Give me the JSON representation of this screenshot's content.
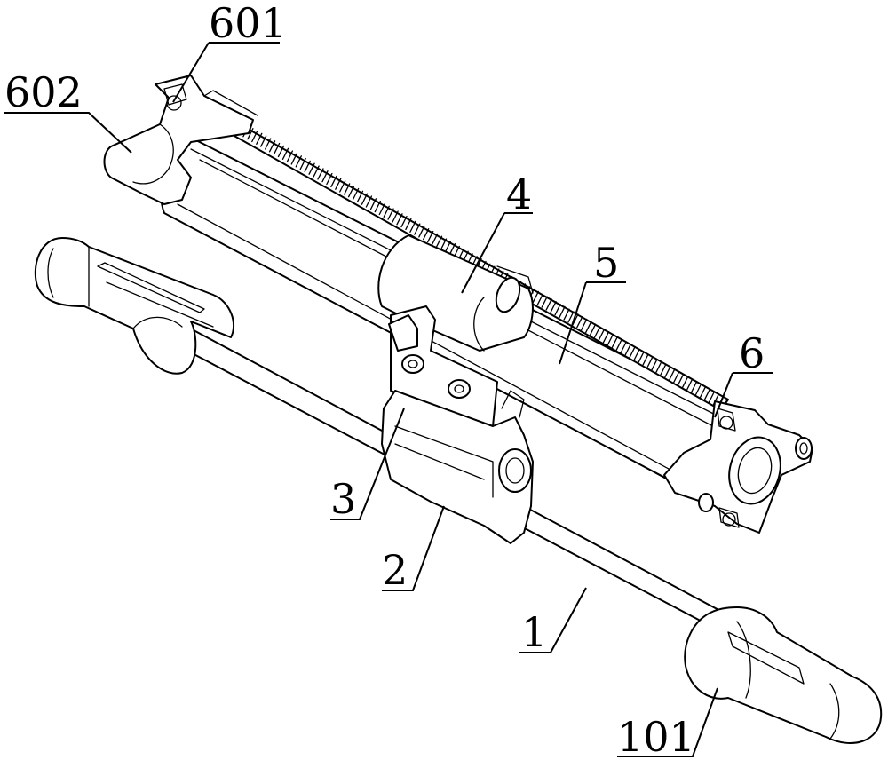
{
  "labels": {
    "l601": "601",
    "l602": "602",
    "l4": "4",
    "l5": "5",
    "l6": "6",
    "l3": "3",
    "l2": "2",
    "l1": "1",
    "l101": "101"
  },
  "colors": {
    "line": "#000000",
    "background": "#ffffff"
  }
}
